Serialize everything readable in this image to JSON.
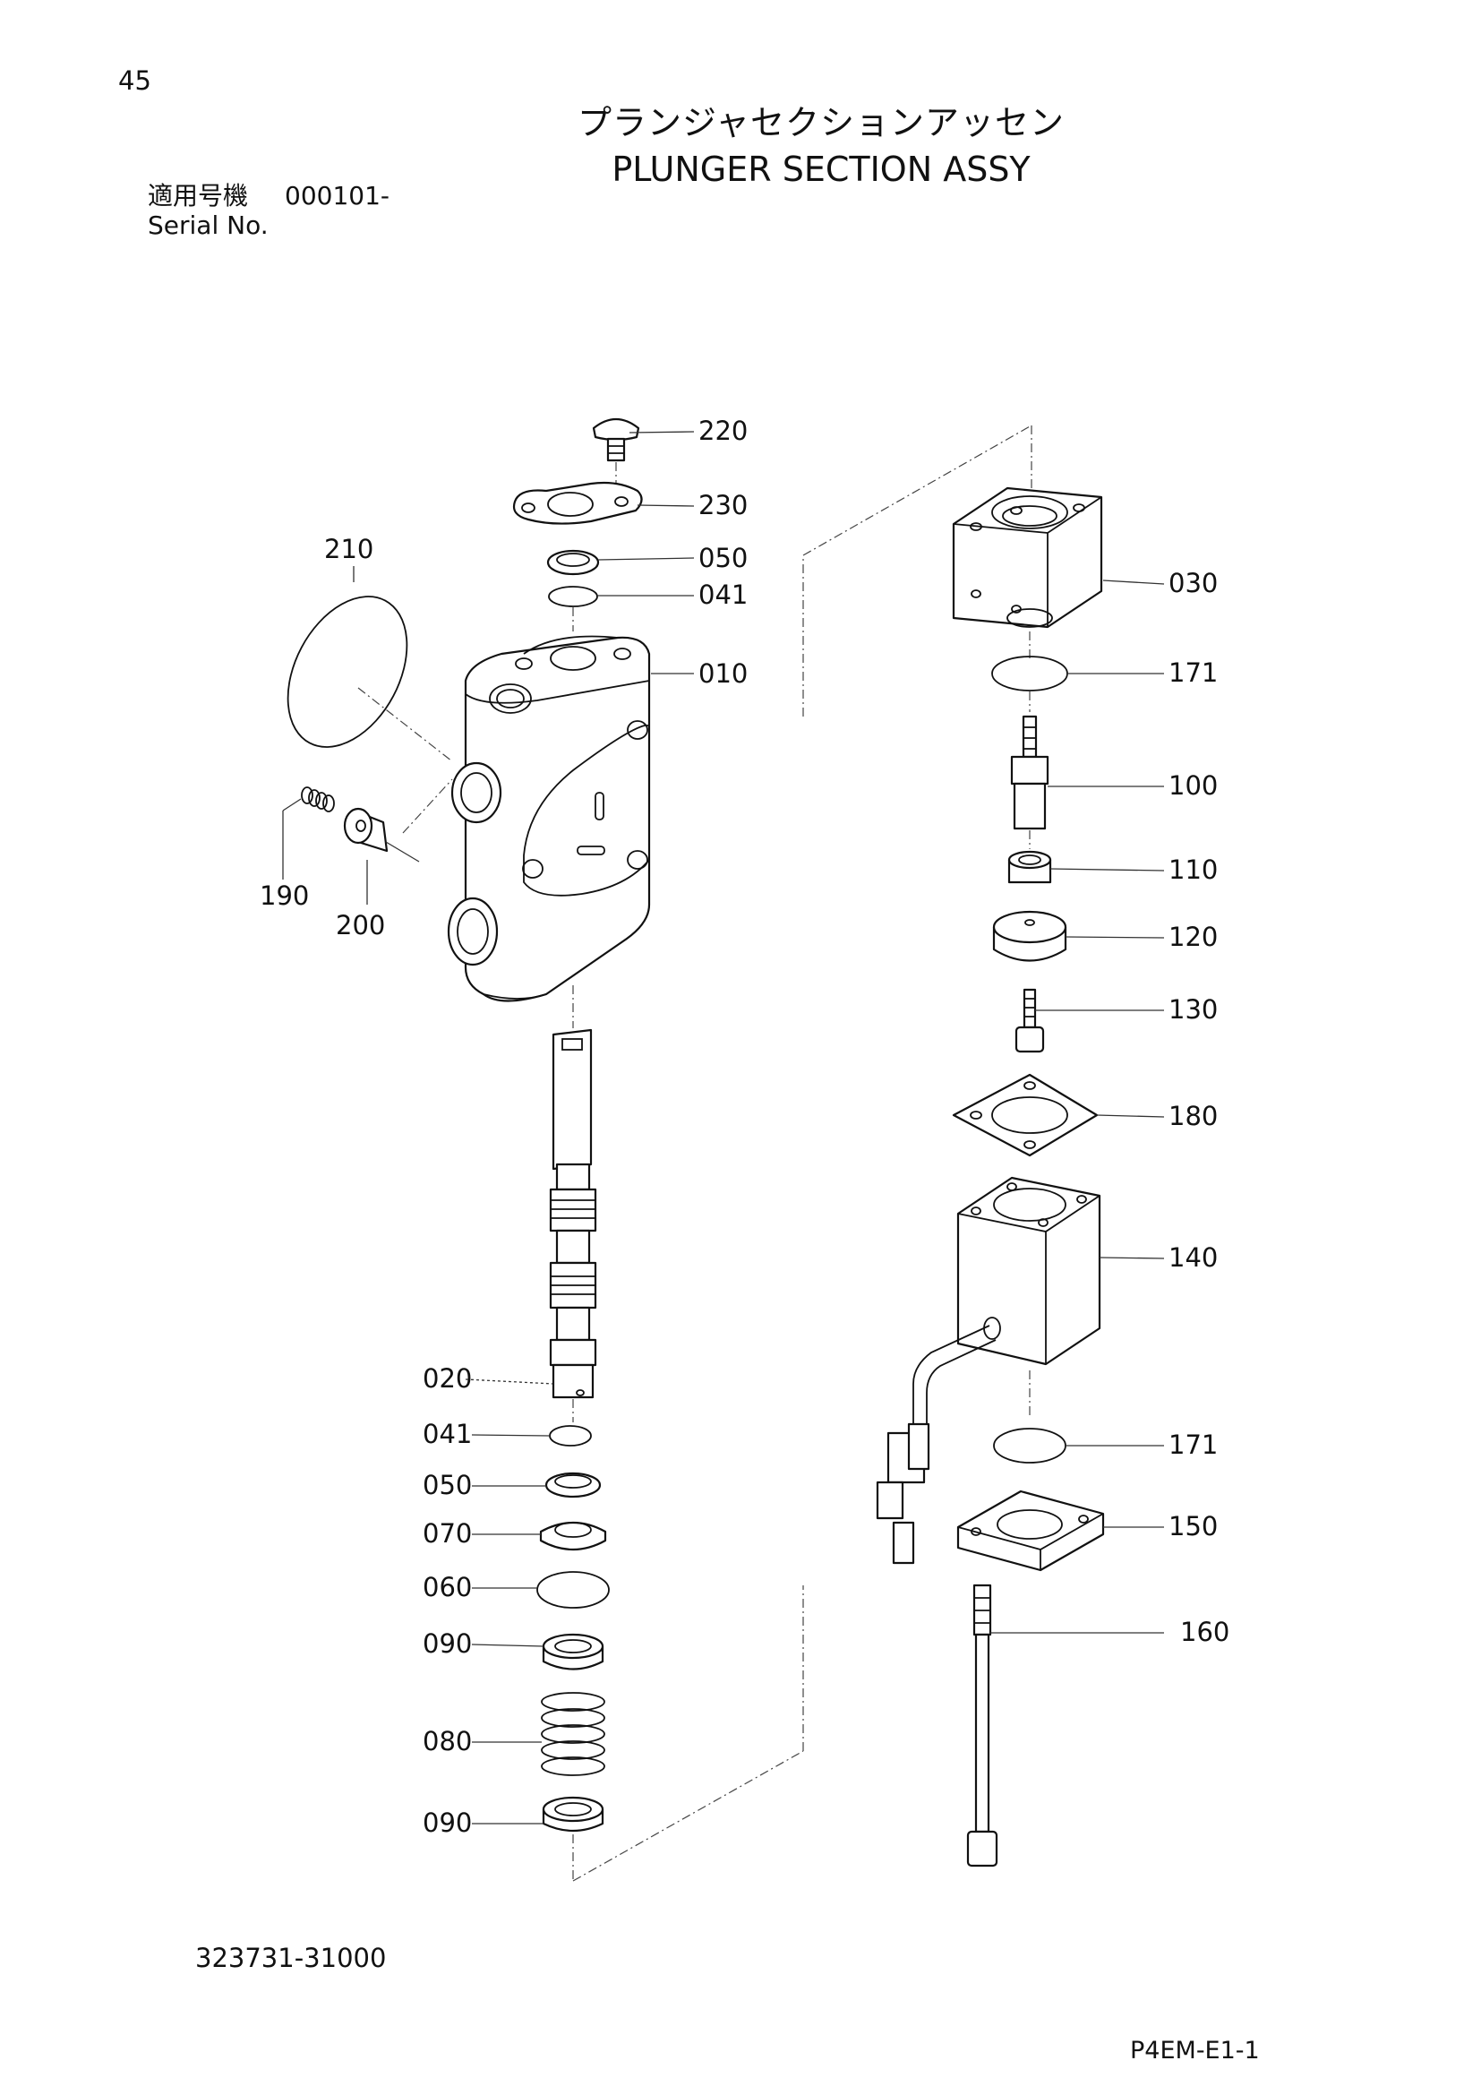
{
  "header": {
    "page_number": "45",
    "title_jp": "プランジャセクションアッセン",
    "title_en": "PLUNGER SECTION ASSY",
    "serial_label_jp": "適用号機",
    "serial_range": "000101-",
    "serial_label_en": "Serial No."
  },
  "parts": {
    "p220": "220",
    "p230": "230",
    "p050_top": "050",
    "p041_top": "041",
    "p010": "010",
    "p210": "210",
    "p190": "190",
    "p200": "200",
    "p030": "030",
    "p171_top": "171",
    "p100": "100",
    "p110": "110",
    "p120": "120",
    "p130": "130",
    "p180": "180",
    "p140": "140",
    "p171_bottom": "171",
    "p150": "150",
    "p160": "160",
    "p020": "020",
    "p041_bottom": "041",
    "p050_bottom": "050",
    "p070": "070",
    "p060": "060",
    "p090_top": "090",
    "p080": "080",
    "p090_bottom": "090"
  },
  "footer": {
    "drawing_number": "323731-31000",
    "page_code": "P4EM-E1-1"
  }
}
